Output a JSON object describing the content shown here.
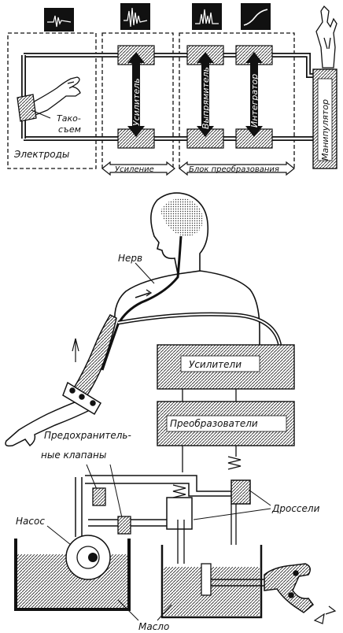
{
  "top_diagram": {
    "takosem": [
      "Тако-",
      "съем"
    ],
    "electrodes": "Электроды",
    "amplifier": "Усилитель",
    "rectifier": "Выпрямитель",
    "integrator": "Интегратор",
    "manipulator": "Манипулятор",
    "amplification": "Усиление",
    "conversion_block": "Блок преобразования"
  },
  "bottom_diagram": {
    "nerve": "Нерв",
    "amplifiers": "Усилители",
    "converters": "Преобразователи",
    "safety_valves": [
      "Предохранитель-",
      "ные клапаны"
    ],
    "pump": "Насос",
    "throttles": "Дроссели",
    "oil": "Масло"
  }
}
